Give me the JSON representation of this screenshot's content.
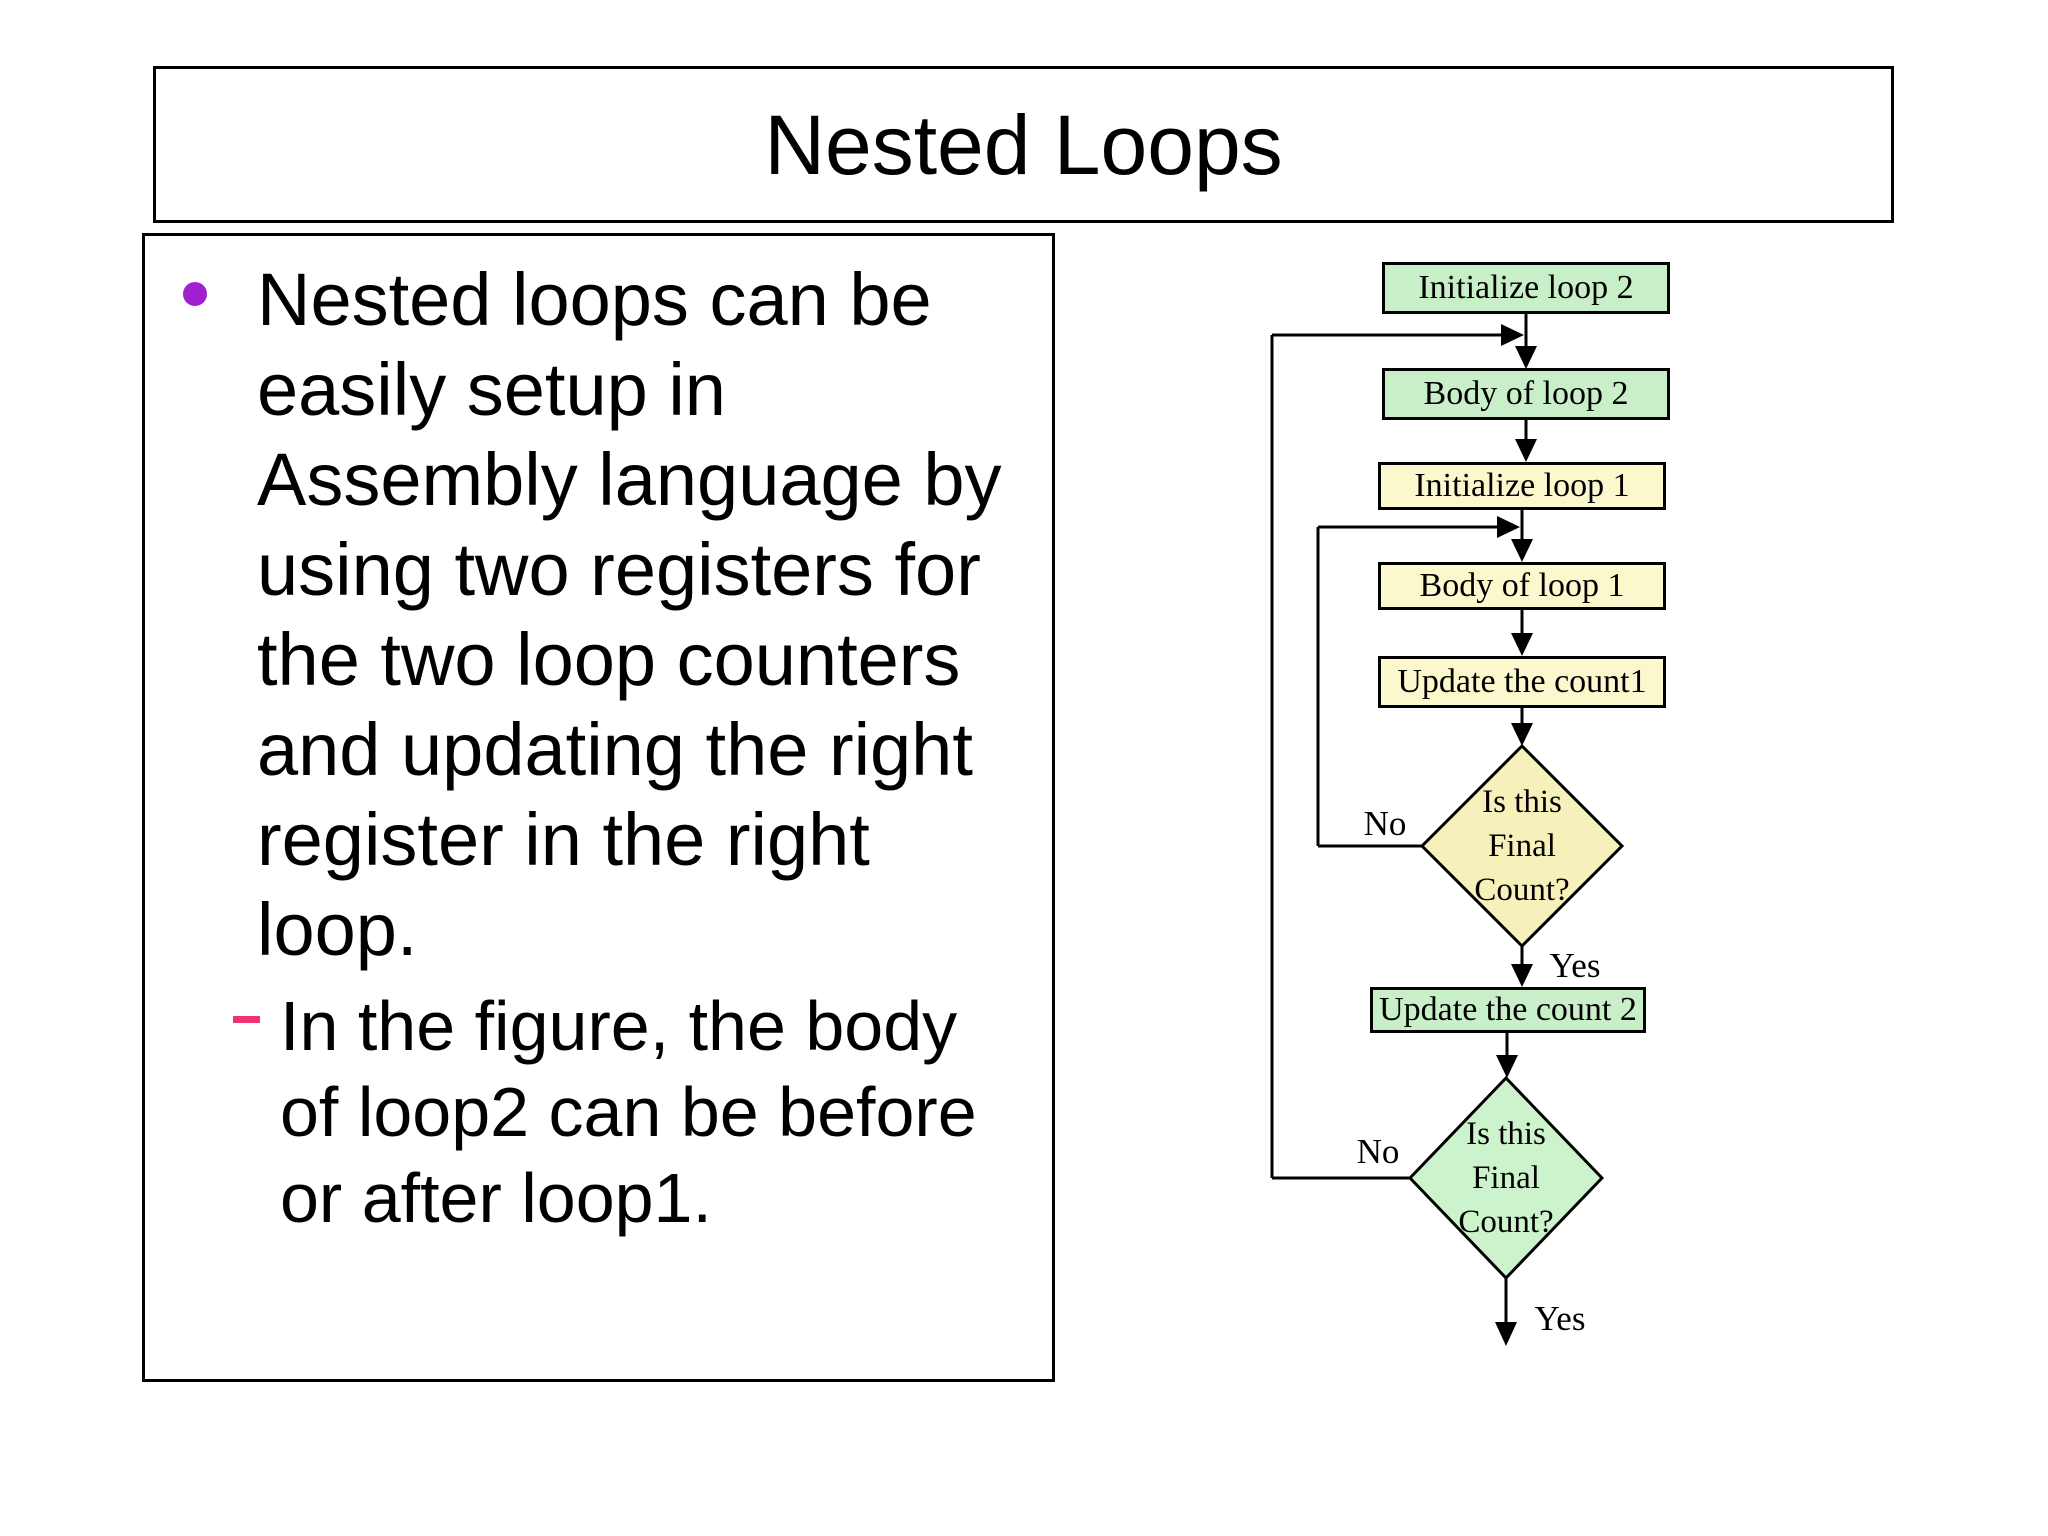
{
  "title": "Nested Loops",
  "body": {
    "bullet_lines": [
      "Nested loops can be",
      "easily setup in",
      "Assembly language by",
      "using two registers for",
      "the two loop counters",
      "and updating the right",
      "register in the right",
      "loop."
    ],
    "sub_bullet_lines": [
      "In the figure, the body",
      "of loop2 can be before",
      "or after loop1."
    ]
  },
  "flowchart": {
    "nodes": {
      "init2": {
        "label": "Initialize loop 2"
      },
      "body2": {
        "label": "Body of loop 2"
      },
      "init1": {
        "label": "Initialize loop 1"
      },
      "body1": {
        "label": "Body of loop 1"
      },
      "update1": {
        "label": "Update the count1"
      },
      "decision1": {
        "line1": "Is this",
        "line2": "Final",
        "line3": "Count?"
      },
      "update2": {
        "label": "Update the count 2"
      },
      "decision2": {
        "line1": "Is this",
        "line2": "Final",
        "line3": "Count?"
      }
    },
    "edge_labels": {
      "no1": "No",
      "yes1": "Yes",
      "no2": "No",
      "yes2": "Yes"
    }
  },
  "colors": {
    "green_fill": "#c9efc9",
    "yellow_fill": "#fbf8cd",
    "diamond_yellow_fill": "#f6f1ba",
    "diamond_green_fill": "#ccf3cc",
    "bullet_purple": "#a020d0",
    "dash_pink": "#ee3377",
    "line_black": "#000000"
  }
}
